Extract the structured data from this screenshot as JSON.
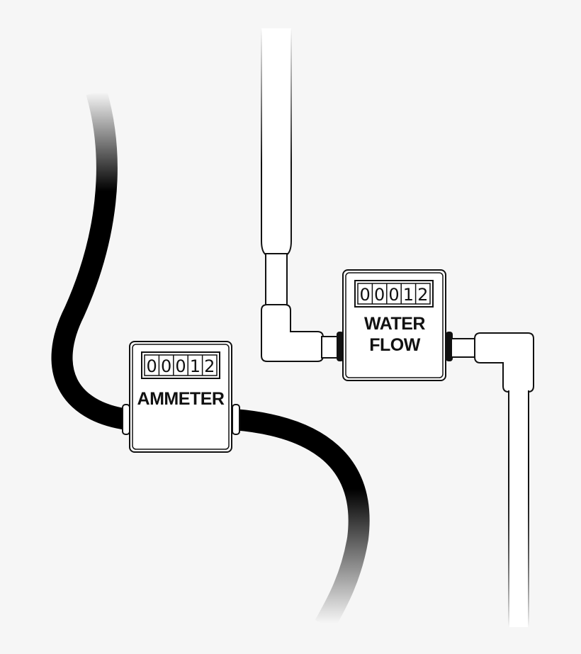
{
  "ammeter": {
    "label": "AMMETER",
    "digits": [
      "0",
      "0",
      "0",
      "1",
      "2"
    ]
  },
  "water_meter": {
    "label_line1": "WATER",
    "label_line2": "FLOW",
    "digits": [
      "0",
      "0",
      "0",
      "1",
      "2"
    ]
  },
  "colors": {
    "background": "#f6f6f6",
    "cable": "#000000",
    "pipe": "#ffffff",
    "outline": "#111111"
  }
}
